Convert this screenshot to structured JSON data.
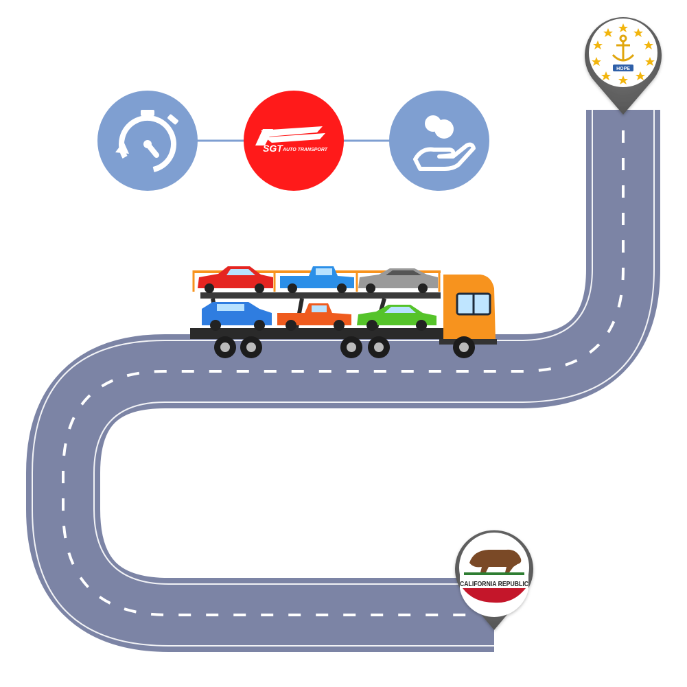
{
  "brand": {
    "name": "SGT",
    "tagline": "AUTO TRANSPORT",
    "color": "#ff1a1a"
  },
  "icons": [
    {
      "name": "stopwatch-icon",
      "color": "#7f9fd1"
    },
    {
      "name": "sgt-logo",
      "color": "#ff1a1a"
    },
    {
      "name": "hand-coins-icon",
      "color": "#7f9fd1"
    }
  ],
  "destination_pin": {
    "state": "Rhode Island",
    "motto": "HOPE",
    "icon": "anchor-icon"
  },
  "origin_pin": {
    "state": "California",
    "flag_text": "CALIFORNIA REPUBLIC",
    "icon": "bear-icon"
  },
  "colors": {
    "road": "#7c84a5",
    "lane_marks": "#ffffff",
    "truck_cab": "#f7931e",
    "pin": "#6d6d6d",
    "icon_bg": "#7f9fd1",
    "brand": "#ff1a1a"
  },
  "cars": [
    {
      "name": "red-car",
      "color": "#e52521"
    },
    {
      "name": "blue-pickup",
      "color": "#2b8fe8"
    },
    {
      "name": "gray-car",
      "color": "#9a9a9a"
    },
    {
      "name": "blue-suv",
      "color": "#2f7de0"
    },
    {
      "name": "orange-pickup",
      "color": "#ef5b1e"
    },
    {
      "name": "green-car",
      "color": "#55c32a"
    }
  ]
}
